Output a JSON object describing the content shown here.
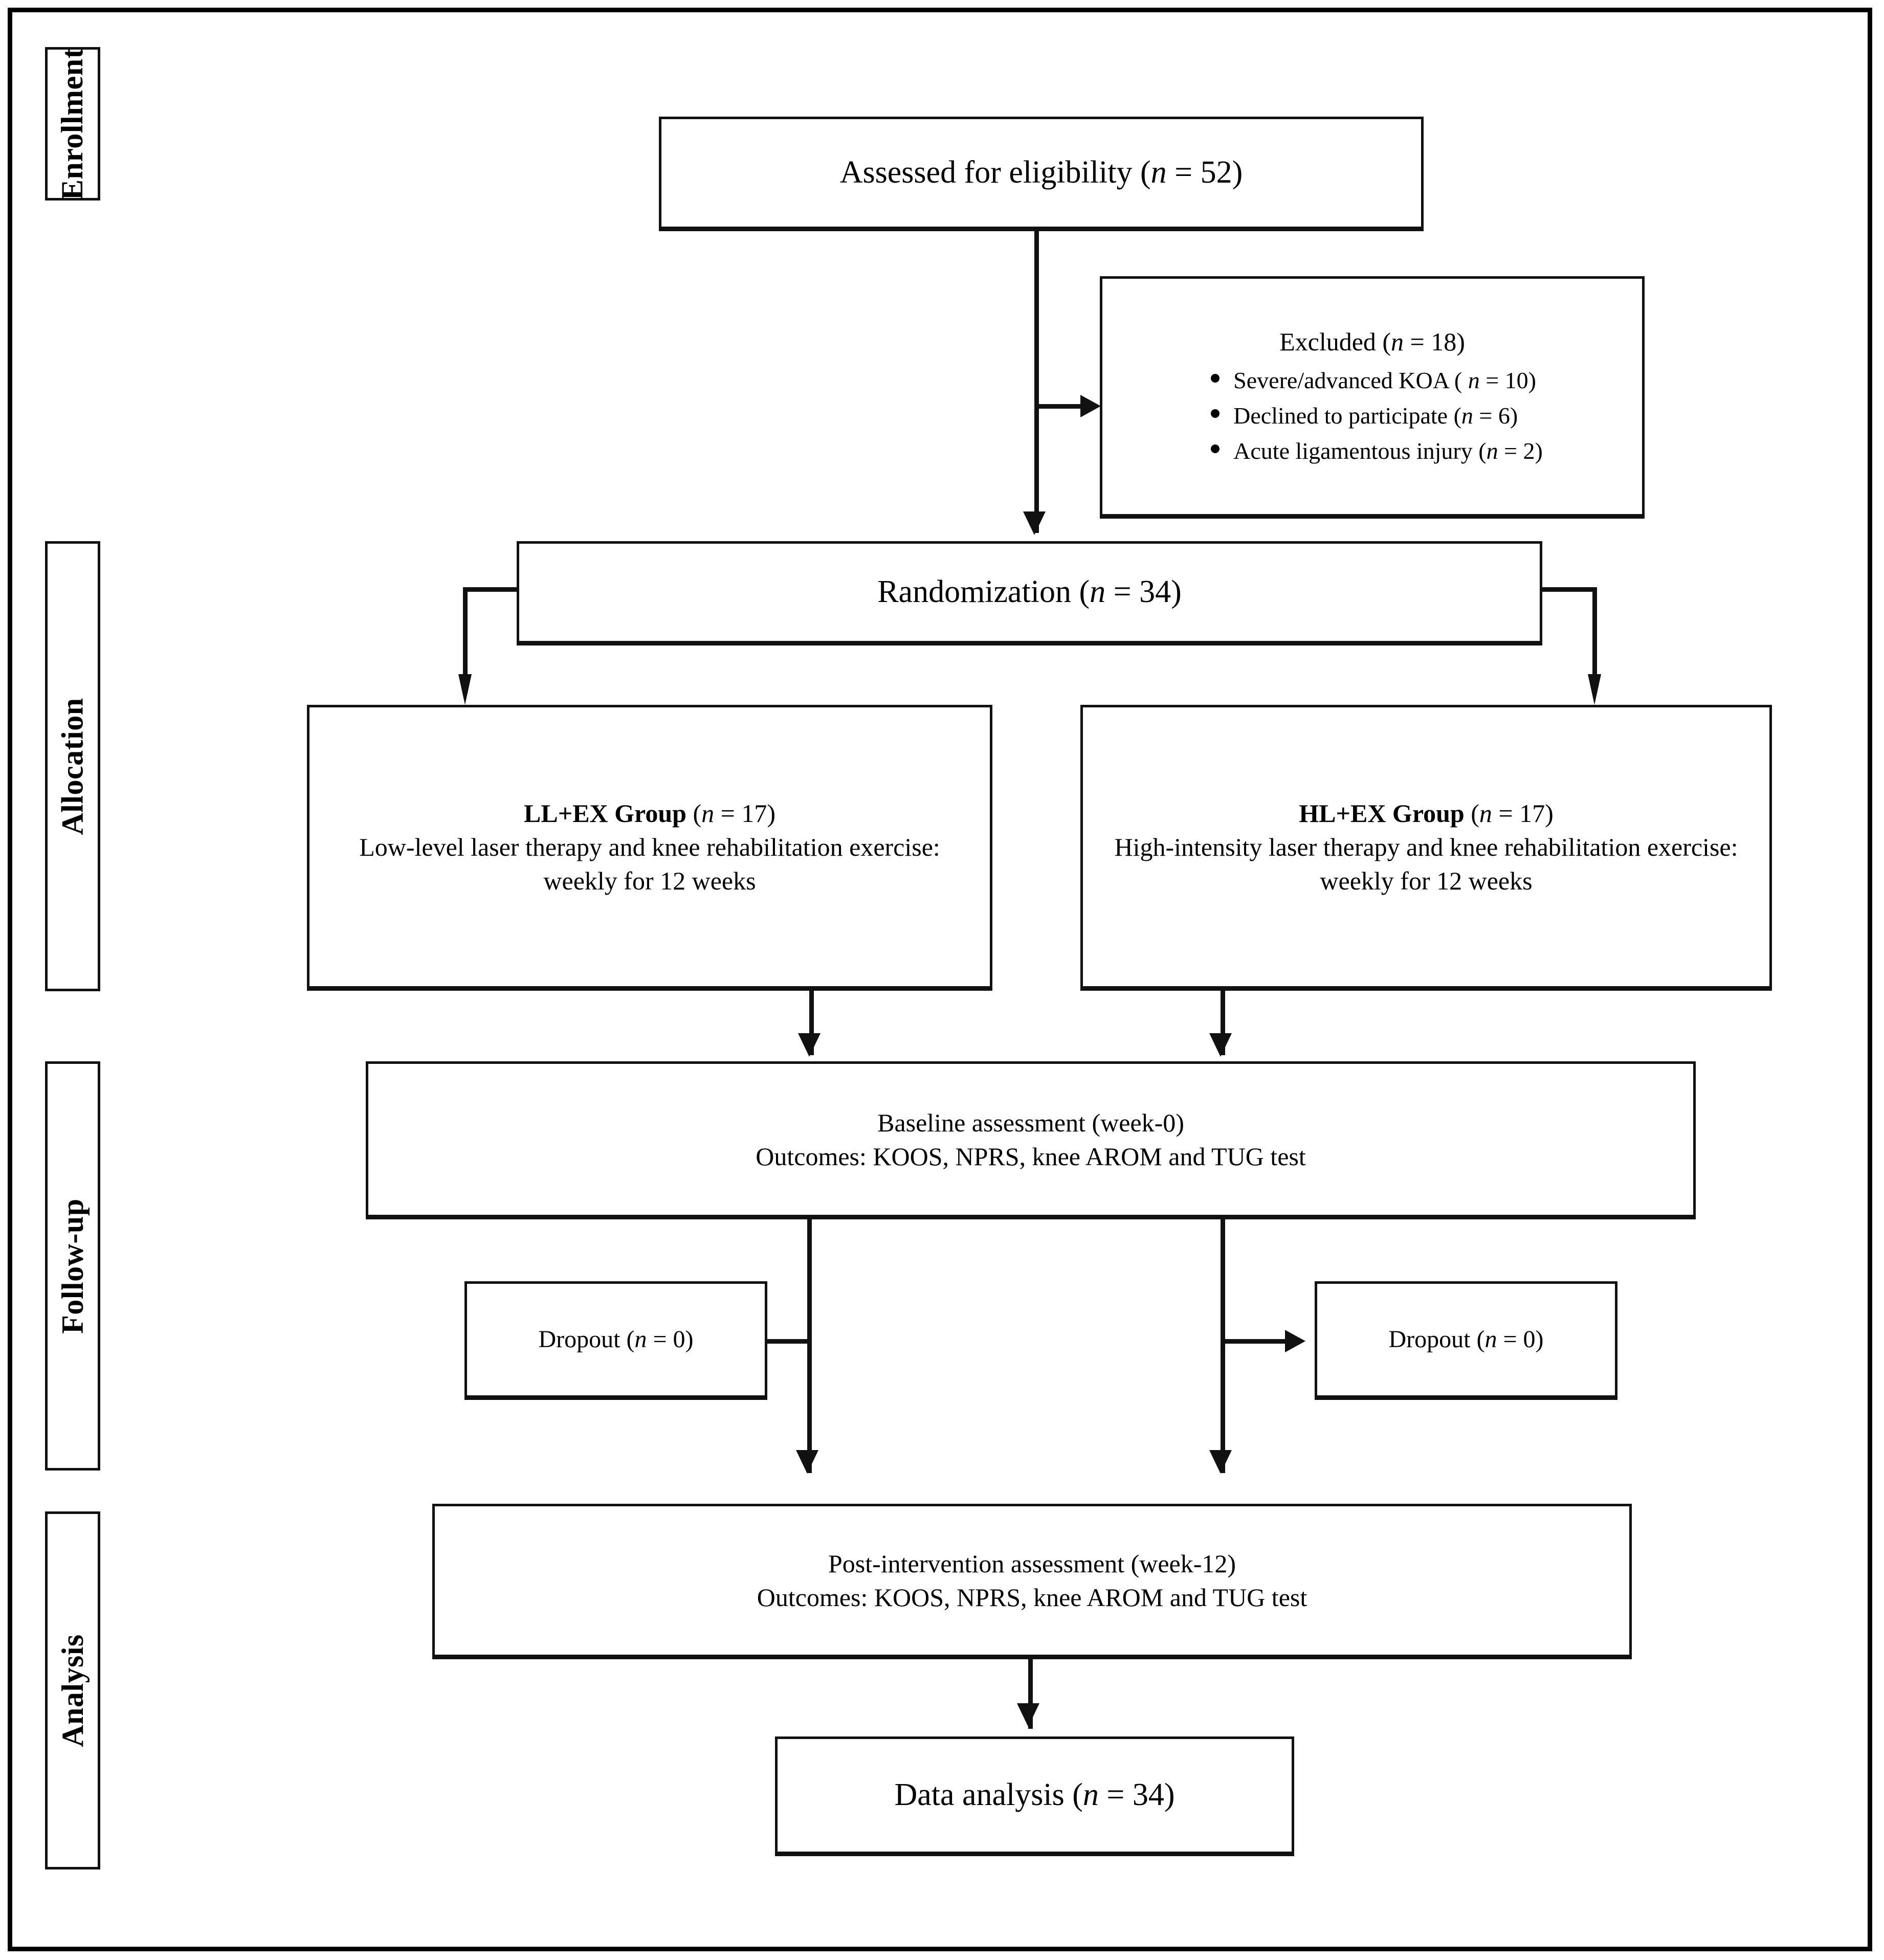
{
  "diagram": {
    "title": "CONSORT participant flow diagram",
    "stages": [
      {
        "id": "enrollment",
        "label": "Enrollment"
      },
      {
        "id": "allocation",
        "label": "Allocation"
      },
      {
        "id": "followup",
        "label": "Follow-up"
      },
      {
        "id": "analysis",
        "label": "Analysis"
      }
    ],
    "nodes": {
      "eligibility": {
        "text": "Assessed for eligibility (n = 52)"
      },
      "excluded": {
        "heading": "Excluded (n = 18)",
        "items": [
          "Severe/advanced KOA ( n = 10)",
          "Declined to participate (n = 6)",
          "Acute ligamentous injury (n = 2)"
        ]
      },
      "randomization": {
        "text": "Randomization (n = 34)"
      },
      "group_left": {
        "heading": "LL+EX Group (n = 17)",
        "heading_bold": "LL+EX Group",
        "heading_rest": " (n = 17)",
        "body": "Low-level laser therapy and knee rehabilitation exercise: weekly for 12 weeks"
      },
      "group_right": {
        "heading": "HL+EX Group (n = 17)",
        "heading_bold": "HL+EX Group",
        "heading_rest": " (n = 17)",
        "body": "High-intensity laser therapy and knee rehabilitation exercise: weekly for 12 weeks"
      },
      "baseline": {
        "line1": "Baseline assessment (week-0)",
        "line2": "Outcomes: KOOS, NPRS, knee AROM and TUG test"
      },
      "dropout_left": {
        "text": "Dropout (n = 0)"
      },
      "dropout_right": {
        "text": "Dropout (n = 0)"
      },
      "post": {
        "line1": "Post-intervention assessment (week-12)",
        "line2": "Outcomes: KOOS, NPRS, knee AROM and TUG test"
      },
      "analysis": {
        "text": "Data analysis (n = 34)"
      }
    },
    "colors": {
      "stroke": "#111111",
      "background": "#ffffff",
      "text": "#000000"
    }
  }
}
